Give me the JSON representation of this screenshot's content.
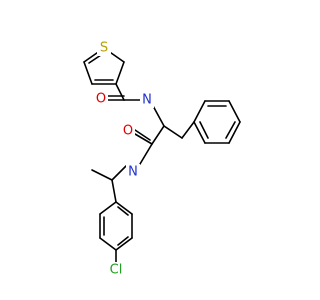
{
  "molecule": {
    "atoms": [
      {
        "id": "S1",
        "label": "S",
        "color": "#B8A000"
      },
      {
        "id": "O1",
        "label": "O",
        "color": "#E00000"
      },
      {
        "id": "N1",
        "label": "N",
        "color": "#2030D0"
      },
      {
        "id": "O2",
        "label": "O",
        "color": "#E00000"
      },
      {
        "id": "N2",
        "label": "N",
        "color": "#2030D0"
      },
      {
        "id": "Cl1",
        "label": "Cl",
        "color": "#1FA01F"
      }
    ],
    "bond_color": "#000000"
  }
}
